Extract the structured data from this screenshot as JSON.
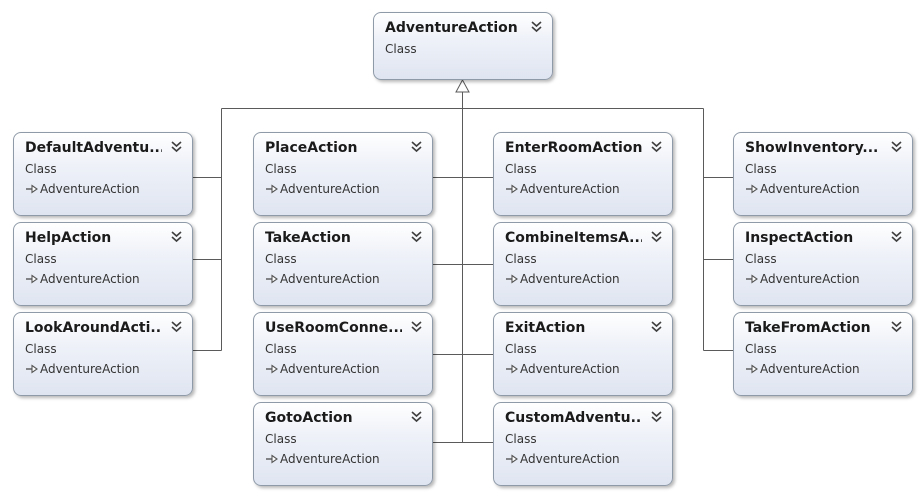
{
  "root": {
    "name": "AdventureAction",
    "kind": "Class"
  },
  "classes": [
    {
      "name": "DefaultAdventu...",
      "kind": "Class",
      "base": "AdventureAction"
    },
    {
      "name": "HelpAction",
      "kind": "Class",
      "base": "AdventureAction"
    },
    {
      "name": "LookAroundActi...",
      "kind": "Class",
      "base": "AdventureAction"
    },
    {
      "name": "PlaceAction",
      "kind": "Class",
      "base": "AdventureAction"
    },
    {
      "name": "TakeAction",
      "kind": "Class",
      "base": "AdventureAction"
    },
    {
      "name": "UseRoomConne...",
      "kind": "Class",
      "base": "AdventureAction"
    },
    {
      "name": "GotoAction",
      "kind": "Class",
      "base": "AdventureAction"
    },
    {
      "name": "EnterRoomAction",
      "kind": "Class",
      "base": "AdventureAction"
    },
    {
      "name": "CombineItemsA...",
      "kind": "Class",
      "base": "AdventureAction"
    },
    {
      "name": "ExitAction",
      "kind": "Class",
      "base": "AdventureAction"
    },
    {
      "name": "CustomAdventu...",
      "kind": "Class",
      "base": "AdventureAction"
    },
    {
      "name": "ShowInventory...",
      "kind": "Class",
      "base": "AdventureAction"
    },
    {
      "name": "InspectAction",
      "kind": "Class",
      "base": "AdventureAction"
    },
    {
      "name": "TakeFromAction",
      "kind": "Class",
      "base": "AdventureAction"
    }
  ],
  "icons": {
    "collapse": "chevron-double-down-icon",
    "inheritance": "inheritance-arrow-icon"
  }
}
